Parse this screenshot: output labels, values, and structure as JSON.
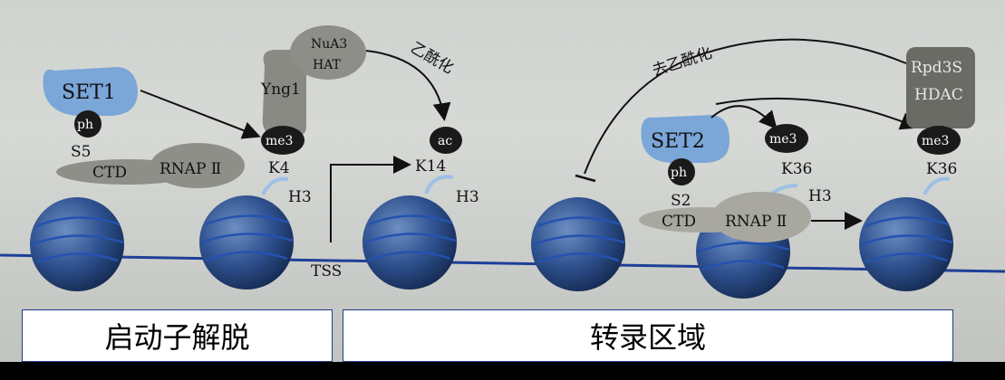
{
  "labels": {
    "set1": "SET1",
    "ph_left": "ph",
    "s5": "S5",
    "ctd_left": "CTD",
    "rnap_left": "RNAP Ⅱ",
    "nua3": "NuA3",
    "hat": "HAT",
    "yng1": "Yng1",
    "me3_k4": "me3",
    "k4": "K4",
    "h3_first": "H3",
    "acetylation": "乙酰化",
    "ac": "ac",
    "k14": "K14",
    "h3_second": "H3",
    "tss": "TSS",
    "deacetylation": "去乙酰化",
    "set2": "SET2",
    "ph_right": "ph",
    "s2": "S2",
    "ctd_right": "CTD",
    "rnap_right": "RNAP Ⅱ",
    "me3_k36_mid": "me3",
    "k36_mid": "K36",
    "h3_third": "H3",
    "rpd3s": "Rpd3S",
    "hdac": "HDAC",
    "me3_k36_right": "me3",
    "k36_right": "K36"
  },
  "regions": {
    "promoter": "启动子解脱",
    "transcribed": "转录区域"
  },
  "colors": {
    "nucleosome": "#2b4b82",
    "dna": "#1e3f98",
    "set_protein": "#7aa6d8",
    "grey_protein": "#8e8e88",
    "dark_protein": "#6b6b66",
    "mark": "#1a1a1a"
  }
}
